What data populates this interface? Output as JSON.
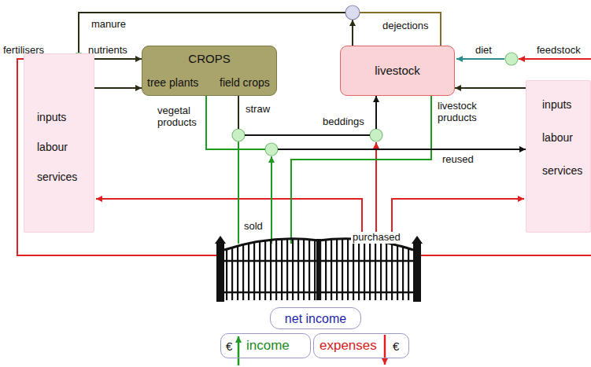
{
  "diagram": {
    "nodes": [
      {
        "text": [
          "CROPS",
          "tree plants",
          "field crops"
        ]
      },
      {
        "text": [
          "livestock"
        ]
      },
      {
        "text": [
          "inputs",
          "labour",
          "services"
        ]
      },
      {
        "text": [
          "inputs",
          "labour",
          "services"
        ]
      },
      {
        "text": [
          "net income"
        ]
      },
      {
        "text": [
          "€",
          "income"
        ]
      },
      {
        "text": [
          "expenses",
          "€"
        ]
      }
    ],
    "edges": [
      {
        "from": 2,
        "to": 0,
        "arrow": "to"
      },
      {
        "from": 3,
        "to": 1,
        "arrow": "to"
      },
      {
        "from": 1,
        "to": 0,
        "arrow": "to"
      },
      {
        "from": 0,
        "to": 1,
        "arrow": "to"
      },
      {
        "from": 0,
        "to": 3,
        "arrow": "to"
      }
    ],
    "labels": [
      "fertilisers",
      "manure",
      "nutrients",
      "dejections",
      "diet",
      "feedstock",
      "straw",
      "vegetal products",
      "beddings",
      "livestock pruducts",
      "sold",
      "reused",
      "purchased"
    ]
  }
}
